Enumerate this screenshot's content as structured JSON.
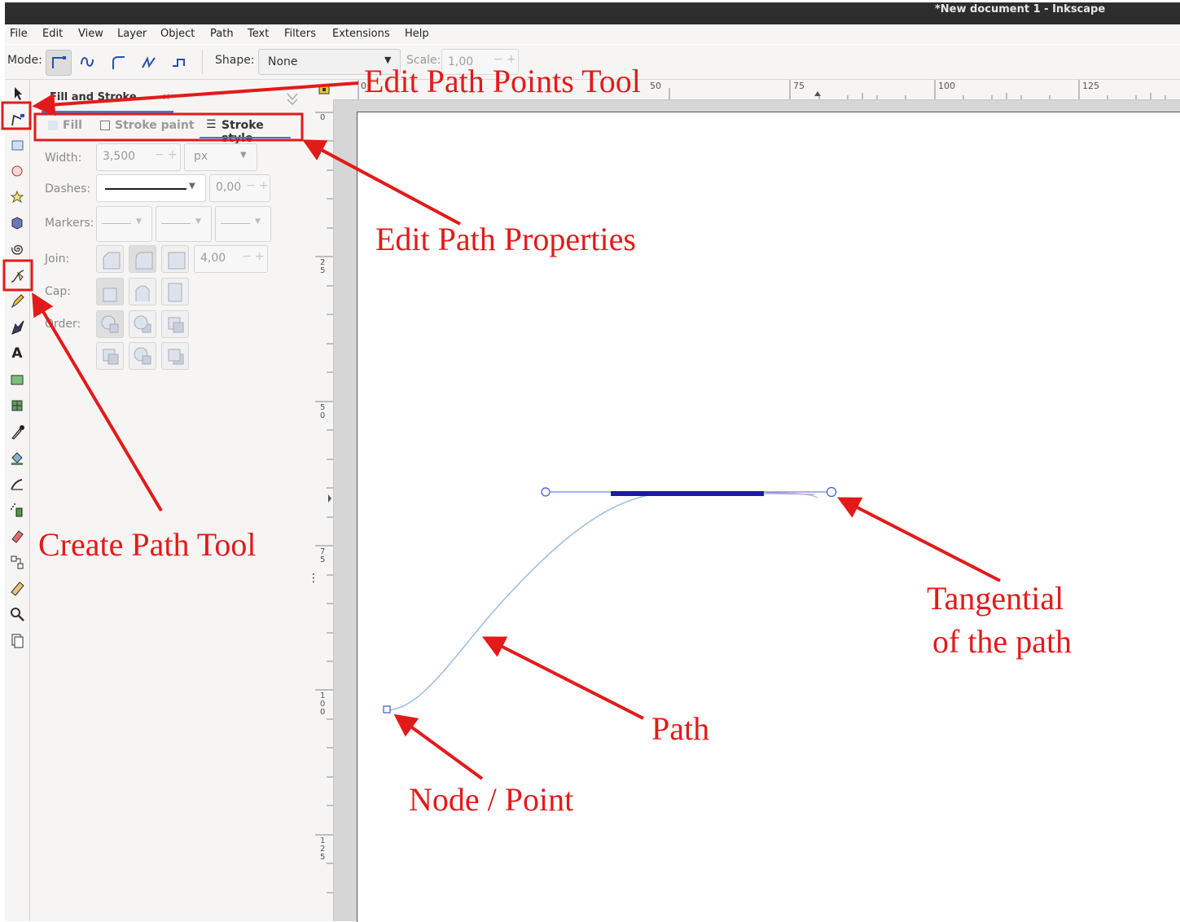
{
  "window": {
    "title": "*New document 1 - Inkscape"
  },
  "menu": [
    "File",
    "Edit",
    "View",
    "Layer",
    "Object",
    "Path",
    "Text",
    "Filters",
    "Extensions",
    "Help"
  ],
  "toolbar": {
    "mode_label": "Mode:",
    "shape_label": "Shape:",
    "shape_value": "None",
    "scale_label": "Scale:",
    "scale_value": "1,00"
  },
  "dock": {
    "tab_title": "Fill and Stroke",
    "tabs": {
      "fill": "Fill",
      "stroke_paint": "Stroke paint",
      "stroke_style": "Stroke style"
    },
    "width_label": "Width:",
    "width_value": "3,500",
    "width_unit": "px",
    "dashes_label": "Dashes:",
    "dash_offset": "0,00",
    "markers_label": "Markers:",
    "join_label": "Join:",
    "miter_value": "4,00",
    "cap_label": "Cap:",
    "order_label": "Order:"
  },
  "ruler": {
    "h_ticks": [
      "0",
      "50",
      "75",
      "100",
      "125"
    ],
    "v_ticks": [
      "0",
      "25",
      "50",
      "75",
      "100",
      "125"
    ]
  },
  "annotations": {
    "edit_points": "Edit Path Points Tool",
    "edit_props": "Edit Path Properties",
    "create_path": "Create Path Tool",
    "tangential_1": "Tangential",
    "tangential_2": "of the path",
    "path": "Path",
    "node": "Node / Point"
  },
  "colors": {
    "annotation": "#e31a1a",
    "path": "#9bbce0",
    "handle": "#1a1aa8"
  }
}
